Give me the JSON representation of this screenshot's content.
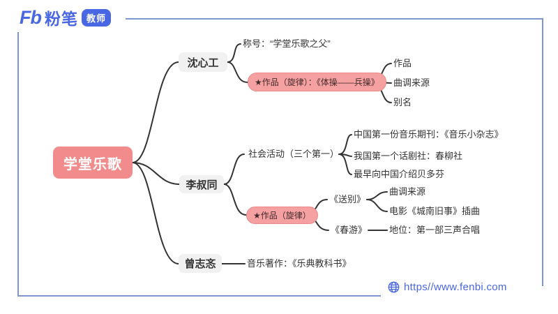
{
  "brand": {
    "fb_mark": "Fb",
    "name": "粉笔",
    "badge": "教师"
  },
  "footer": {
    "url_text": "https//www.fenbi.com"
  },
  "colors": {
    "accent_blue": "#4A67E3",
    "frame_blue": "#7E96CF",
    "line_dark": "#333333",
    "root_pink": "#F28B8B",
    "highlight_pink": "#F5A1A1",
    "gray_node": "#F1F1F1"
  },
  "mindmap": {
    "root": {
      "label": "学堂乐歌"
    },
    "branches": [
      {
        "label": "沈心工",
        "children": [
          {
            "label": "称号：“学堂乐歌之父”"
          },
          {
            "label": "★作品（旋律）：《体操——兵操》",
            "highlight": true,
            "children": [
              {
                "label": "作品"
              },
              {
                "label": "曲调来源"
              },
              {
                "label": "别名"
              }
            ]
          }
        ]
      },
      {
        "label": "李叔同",
        "children": [
          {
            "label": "社会活动（三个第一）",
            "children": [
              {
                "label": "中国第一份音乐期刊：《音乐小杂志》"
              },
              {
                "label": "我国第一个话剧社：春柳社"
              },
              {
                "label": "最早向中国介绍贝多芬"
              }
            ]
          },
          {
            "label": "★作品（旋律）",
            "highlight": true,
            "children": [
              {
                "label": "《送别》",
                "children": [
                  {
                    "label": "曲调来源"
                  },
                  {
                    "label": "电影《城南旧事》插曲"
                  }
                ]
              },
              {
                "label": "《春游》",
                "children": [
                  {
                    "label": "地位：第一部三声合唱"
                  }
                ]
              }
            ]
          }
        ]
      },
      {
        "label": "曾志忞",
        "children": [
          {
            "label": "音乐著作：《乐典教科书》"
          }
        ]
      }
    ]
  }
}
